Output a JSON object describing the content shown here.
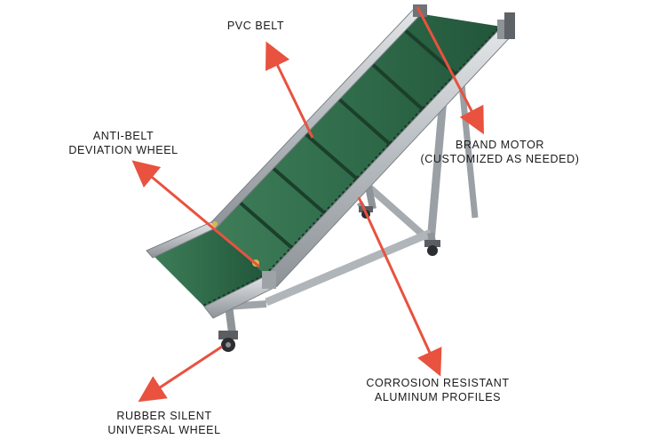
{
  "annotations": {
    "pvc_belt": {
      "lines": [
        "PVC BELT"
      ]
    },
    "anti_belt": {
      "lines": [
        "ANTI-BELT",
        "DEVIATION WHEEL"
      ]
    },
    "brand_motor": {
      "lines": [
        "BRAND MOTOR",
        "(CUSTOMIZED AS NEEDED)"
      ]
    },
    "aluminum": {
      "lines": [
        "CORROSION RESISTANT",
        "ALUMINUM PROFILES"
      ]
    },
    "rubber_wheel": {
      "lines": [
        "RUBBER SILENT",
        "UNIVERSAL WHEEL"
      ]
    }
  },
  "colors": {
    "arrow": "#e8523f",
    "belt": "#2f6b4a",
    "belt_dark": "#1f4a33",
    "aluminum": "#b9bdc1",
    "aluminum_dark": "#7d8287",
    "text": "#1a1a1a"
  },
  "icons": [
    "arrow-icon"
  ]
}
